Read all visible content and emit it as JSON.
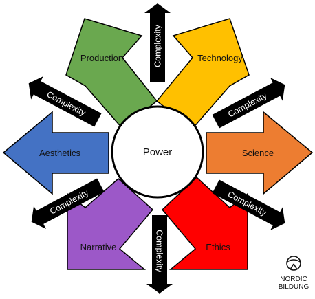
{
  "center": {
    "label": "Power"
  },
  "arrows": [
    {
      "label": "Production",
      "color": "#6AA84F"
    },
    {
      "label": "Technology",
      "color": "#FFC000"
    },
    {
      "label": "Science",
      "color": "#ED7D31"
    },
    {
      "label": "Ethics",
      "color": "#FF0000"
    },
    {
      "label": "Narrative",
      "color": "#9C58C8"
    },
    {
      "label": "Aesthetics",
      "color": "#4472C4"
    }
  ],
  "complexity_label": "Complexity",
  "logo": {
    "line1": "NORDIC",
    "line2": "BILDUNG",
    "icon": "steering-wheel-icon"
  }
}
